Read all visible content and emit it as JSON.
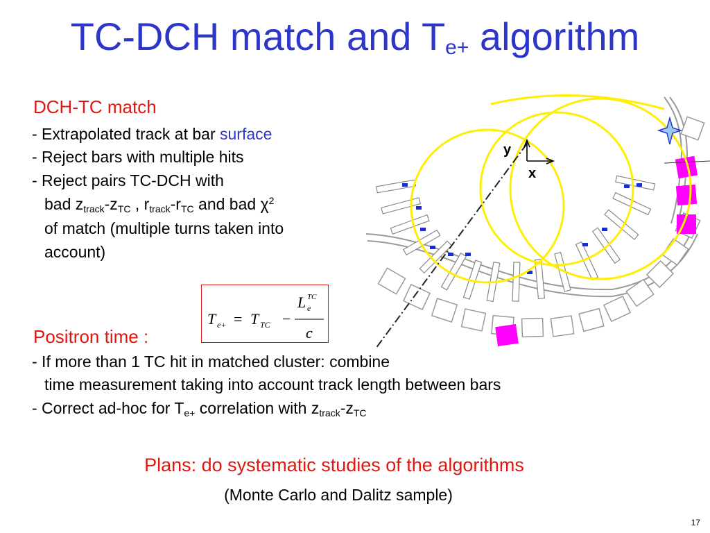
{
  "title": {
    "main": "TC-DCH match and T",
    "sub": "e+",
    "tail": " algorithm"
  },
  "match": {
    "heading": "DCH-TC match",
    "b1_text": "- Extrapolated track at bar ",
    "b1_highlight": "surface",
    "b2": "- Reject bars with multiple hits",
    "b3": "- Reject pairs TC-DCH with",
    "b3_cont": {
      "p1": "bad z",
      "s1": "track",
      "p2": "-z",
      "s2": "TC",
      "p3": " , r",
      "s3": "track",
      "p4": "-r",
      "s4": "TC",
      "p5": " and bad χ",
      "sup": "2"
    },
    "b3_cont2": "of match (multiple turns taken into",
    "b3_cont3": "account)"
  },
  "formula": {
    "lhs": "T",
    "lhs_sub": "e+",
    "eq": "=",
    "t": "T",
    "t_sub": "TC",
    "minus": "−",
    "num": "L",
    "num_sub": "e",
    "num_sup": "TC",
    "den": "c"
  },
  "positron": {
    "heading": "Positron time :",
    "b1": "- If more than 1 TC hit in matched cluster: combine",
    "b1_cont": "time measurement taking into account track length between bars",
    "b2": {
      "p1": "- Correct ad-hoc for T",
      "s1": "e+",
      "p2": " correlation with z",
      "s2": "track",
      "p3": "-z",
      "s3": "TC"
    }
  },
  "plans": {
    "main": "Plans: do systematic studies of the algorithms",
    "sub": "(Monte Carlo and Dalitz sample)"
  },
  "diagram": {
    "axis_y": "y",
    "axis_x": "x"
  },
  "page_number": "17",
  "colors": {
    "title": "#2d36c8",
    "heading": "#e0170f",
    "highlight": "#2d36c8",
    "track": "#ffee00",
    "bar_hit": "#ff00ff"
  }
}
